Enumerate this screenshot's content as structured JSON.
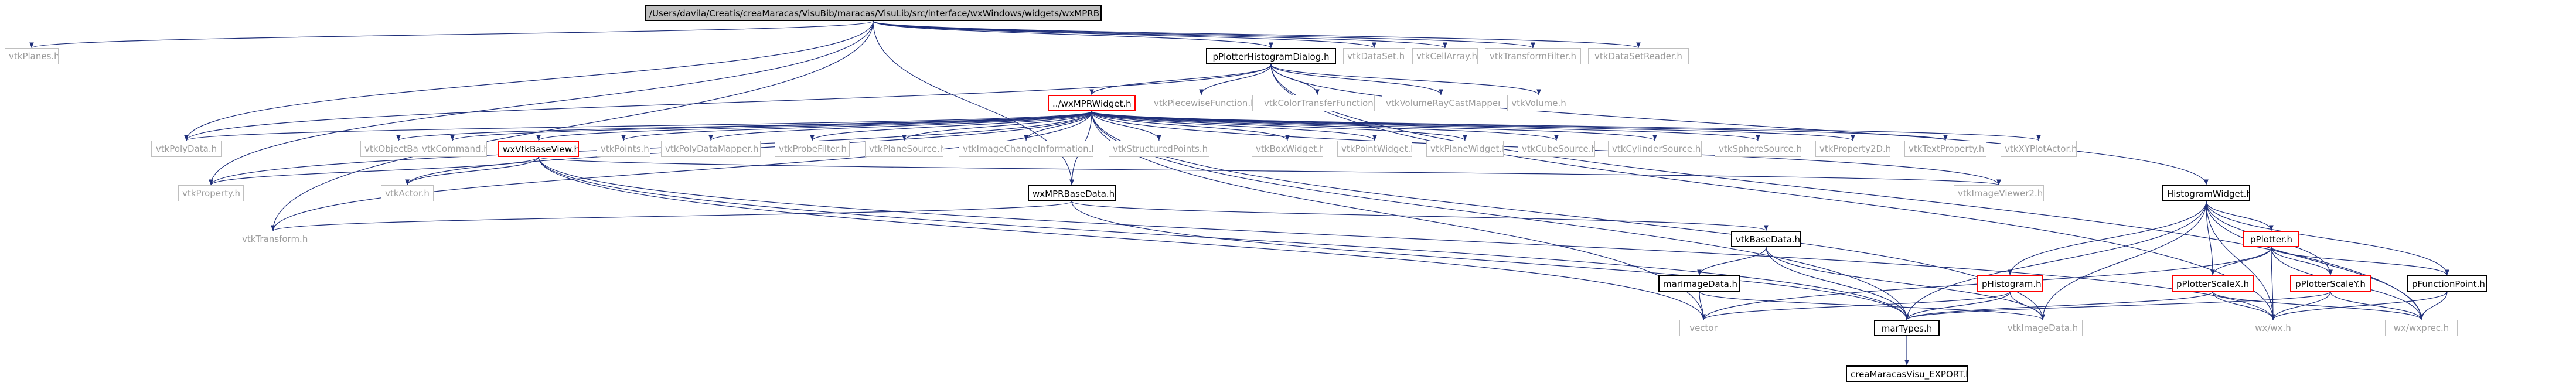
{
  "nodes": [
    {
      "id": "root",
      "label": "/Users/davila/Creatis/creaMaracas/VisuBib/maracas/VisuLib/src/interface/wxWindows/widgets/wxMPRBaseData.cxx",
      "style": "root"
    },
    {
      "id": "vtkPlanes",
      "label": "vtkPlanes.h",
      "style": "ext"
    },
    {
      "id": "pPlotterHistogramDialog",
      "label": "pPlotterHistogramDialog.h",
      "style": "int"
    },
    {
      "id": "vtkDataSet",
      "label": "vtkDataSet.h",
      "style": "ext"
    },
    {
      "id": "vtkCellArray",
      "label": "vtkCellArray.h",
      "style": "ext"
    },
    {
      "id": "vtkTransformFilter",
      "label": "vtkTransformFilter.h",
      "style": "ext"
    },
    {
      "id": "vtkDataSetReader",
      "label": "vtkDataSetReader.h",
      "style": "ext"
    },
    {
      "id": "wxMPRWidget",
      "label": "../wxMPRWidget.h",
      "style": "red"
    },
    {
      "id": "vtkPiecewiseFunction",
      "label": "vtkPiecewiseFunction.h",
      "style": "ext"
    },
    {
      "id": "vtkColorTransferFunction",
      "label": "vtkColorTransferFunction.h",
      "style": "ext"
    },
    {
      "id": "vtkVolumeRayCastMapper",
      "label": "vtkVolumeRayCastMapper.h",
      "style": "ext"
    },
    {
      "id": "vtkVolume",
      "label": "vtkVolume.h",
      "style": "ext"
    },
    {
      "id": "vtkPolyData",
      "label": "vtkPolyData.h",
      "style": "ext"
    },
    {
      "id": "vtkObjectBase",
      "label": "vtkObjectBase.h",
      "style": "ext"
    },
    {
      "id": "vtkCommand",
      "label": "vtkCommand.h",
      "style": "ext"
    },
    {
      "id": "wxVtkBaseView",
      "label": "wxVtkBaseView.h",
      "style": "red"
    },
    {
      "id": "vtkPoints",
      "label": "vtkPoints.h",
      "style": "ext"
    },
    {
      "id": "vtkPolyDataMapper",
      "label": "vtkPolyDataMapper.h",
      "style": "ext"
    },
    {
      "id": "vtkProbeFilter",
      "label": "vtkProbeFilter.h",
      "style": "ext"
    },
    {
      "id": "vtkPlaneSource",
      "label": "vtkPlaneSource.h",
      "style": "ext"
    },
    {
      "id": "vtkImageChangeInformation",
      "label": "vtkImageChangeInformation.h",
      "style": "ext"
    },
    {
      "id": "vtkStructuredPoints",
      "label": "vtkStructuredPoints.h",
      "style": "ext"
    },
    {
      "id": "vtkBoxWidget",
      "label": "vtkBoxWidget.h",
      "style": "ext"
    },
    {
      "id": "vtkPointWidget",
      "label": "vtkPointWidget.h",
      "style": "ext"
    },
    {
      "id": "vtkPlaneWidget",
      "label": "vtkPlaneWidget.h",
      "style": "ext"
    },
    {
      "id": "vtkCubeSource",
      "label": "vtkCubeSource.h",
      "style": "ext"
    },
    {
      "id": "vtkCylinderSource",
      "label": "vtkCylinderSource.h",
      "style": "ext"
    },
    {
      "id": "vtkSphereSource",
      "label": "vtkSphereSource.h",
      "style": "ext"
    },
    {
      "id": "vtkProperty2D",
      "label": "vtkProperty2D.h",
      "style": "ext"
    },
    {
      "id": "vtkTextProperty",
      "label": "vtkTextProperty.h",
      "style": "ext"
    },
    {
      "id": "vtkXYPlotActor",
      "label": "vtkXYPlotActor.h",
      "style": "ext"
    },
    {
      "id": "HistogramWidget",
      "label": "HistogramWidget.h",
      "style": "int"
    },
    {
      "id": "vtkProperty",
      "label": "vtkProperty.h",
      "style": "ext"
    },
    {
      "id": "vtkActor",
      "label": "vtkActor.h",
      "style": "ext"
    },
    {
      "id": "wxMPRBaseData",
      "label": "wxMPRBaseData.h",
      "style": "int"
    },
    {
      "id": "vtkImageViewer2",
      "label": "vtkImageViewer2.h",
      "style": "ext"
    },
    {
      "id": "vtkTransform",
      "label": "vtkTransform.h",
      "style": "ext"
    },
    {
      "id": "vtkBaseData",
      "label": "vtkBaseData.h",
      "style": "int"
    },
    {
      "id": "pPlotter",
      "label": "pPlotter.h",
      "style": "red"
    },
    {
      "id": "marImageData",
      "label": "marImageData.h",
      "style": "int"
    },
    {
      "id": "pHistogram",
      "label": "pHistogram.h",
      "style": "red"
    },
    {
      "id": "pPlotterScaleX",
      "label": "pPlotterScaleX.h",
      "style": "red"
    },
    {
      "id": "pPlotterScaleY",
      "label": "pPlotterScaleY.h",
      "style": "red"
    },
    {
      "id": "pFunctionPoint",
      "label": "pFunctionPoint.h",
      "style": "int"
    },
    {
      "id": "vector",
      "label": "vector",
      "style": "ext"
    },
    {
      "id": "marTypes",
      "label": "marTypes.h",
      "style": "int"
    },
    {
      "id": "vtkImageData",
      "label": "vtkImageData.h",
      "style": "ext"
    },
    {
      "id": "wxwx",
      "label": "wx/wx.h",
      "style": "ext"
    },
    {
      "id": "wxwxprec",
      "label": "wx/wxprec.h",
      "style": "ext"
    },
    {
      "id": "creaMaracasVisuExport",
      "label": "creaMaracasVisu_EXPORT.h",
      "style": "int"
    }
  ],
  "edges": [
    [
      "root",
      "vtkPlanes"
    ],
    [
      "root",
      "pPlotterHistogramDialog"
    ],
    [
      "root",
      "vtkDataSet"
    ],
    [
      "root",
      "vtkCellArray"
    ],
    [
      "root",
      "vtkTransformFilter"
    ],
    [
      "root",
      "vtkDataSetReader"
    ],
    [
      "root",
      "vtkPolyData"
    ],
    [
      "root",
      "wxMPRBaseData"
    ],
    [
      "root",
      "vtkProperty"
    ],
    [
      "root",
      "vtkTransform"
    ],
    [
      "pPlotterHistogramDialog",
      "wxMPRWidget"
    ],
    [
      "pPlotterHistogramDialog",
      "vtkPiecewiseFunction"
    ],
    [
      "pPlotterHistogramDialog",
      "vtkColorTransferFunction"
    ],
    [
      "pPlotterHistogramDialog",
      "vtkVolumeRayCastMapper"
    ],
    [
      "pPlotterHistogramDialog",
      "vtkVolume"
    ],
    [
      "pPlotterHistogramDialog",
      "HistogramWidget"
    ],
    [
      "pPlotterHistogramDialog",
      "vtkPolyData"
    ],
    [
      "pPlotterHistogramDialog",
      "wxwx"
    ],
    [
      "pPlotterHistogramDialog",
      "wxwxprec"
    ],
    [
      "wxMPRWidget",
      "vtkPolyData"
    ],
    [
      "wxMPRWidget",
      "vtkObjectBase"
    ],
    [
      "wxMPRWidget",
      "vtkCommand"
    ],
    [
      "wxMPRWidget",
      "wxVtkBaseView"
    ],
    [
      "wxMPRWidget",
      "vtkPoints"
    ],
    [
      "wxMPRWidget",
      "vtkPolyDataMapper"
    ],
    [
      "wxMPRWidget",
      "vtkProbeFilter"
    ],
    [
      "wxMPRWidget",
      "vtkPlaneSource"
    ],
    [
      "wxMPRWidget",
      "vtkImageChangeInformation"
    ],
    [
      "wxMPRWidget",
      "vtkStructuredPoints"
    ],
    [
      "wxMPRWidget",
      "vtkBoxWidget"
    ],
    [
      "wxMPRWidget",
      "vtkPointWidget"
    ],
    [
      "wxMPRWidget",
      "vtkPlaneWidget"
    ],
    [
      "wxMPRWidget",
      "vtkCubeSource"
    ],
    [
      "wxMPRWidget",
      "vtkCylinderSource"
    ],
    [
      "wxMPRWidget",
      "vtkSphereSource"
    ],
    [
      "wxMPRWidget",
      "vtkProperty2D"
    ],
    [
      "wxMPRWidget",
      "vtkTextProperty"
    ],
    [
      "wxMPRWidget",
      "vtkXYPlotActor"
    ],
    [
      "wxMPRWidget",
      "vtkProperty"
    ],
    [
      "wxMPRWidget",
      "vtkActor"
    ],
    [
      "wxMPRWidget",
      "wxMPRBaseData"
    ],
    [
      "wxMPRWidget",
      "vtkImageViewer2"
    ],
    [
      "wxMPRWidget",
      "vtkTransform"
    ],
    [
      "wxMPRWidget",
      "vector"
    ],
    [
      "wxMPRWidget",
      "marTypes"
    ],
    [
      "wxMPRWidget",
      "vtkImageData"
    ],
    [
      "wxVtkBaseView",
      "vtkProperty"
    ],
    [
      "wxVtkBaseView",
      "vtkActor"
    ],
    [
      "wxVtkBaseView",
      "vtkImageViewer2"
    ],
    [
      "wxVtkBaseView",
      "marTypes"
    ],
    [
      "wxVtkBaseView",
      "wxwx"
    ],
    [
      "wxVtkBaseView",
      "vector"
    ],
    [
      "wxMPRBaseData",
      "vtkTransform"
    ],
    [
      "wxMPRBaseData",
      "vtkBaseData"
    ],
    [
      "wxMPRBaseData",
      "marTypes"
    ],
    [
      "vtkBaseData",
      "marImageData"
    ],
    [
      "vtkBaseData",
      "marTypes"
    ],
    [
      "vtkBaseData",
      "vtkImageData"
    ],
    [
      "marImageData",
      "vector"
    ],
    [
      "marImageData",
      "vtkImageData"
    ],
    [
      "HistogramWidget",
      "pPlotter"
    ],
    [
      "HistogramWidget",
      "pHistogram"
    ],
    [
      "HistogramWidget",
      "pPlotterScaleX"
    ],
    [
      "HistogramWidget",
      "pPlotterScaleY"
    ],
    [
      "HistogramWidget",
      "pFunctionPoint"
    ],
    [
      "HistogramWidget",
      "marTypes"
    ],
    [
      "HistogramWidget",
      "vtkImageData"
    ],
    [
      "HistogramWidget",
      "wxwx"
    ],
    [
      "HistogramWidget",
      "wxwxprec"
    ],
    [
      "pPlotter",
      "pPlotterScaleX"
    ],
    [
      "pPlotter",
      "pPlotterScaleY"
    ],
    [
      "pPlotter",
      "pFunctionPoint"
    ],
    [
      "pPlotter",
      "wxwx"
    ],
    [
      "pPlotter",
      "wxwxprec"
    ],
    [
      "pPlotter",
      "vector"
    ],
    [
      "pHistogram",
      "marTypes"
    ],
    [
      "pHistogram",
      "vtkImageData"
    ],
    [
      "pHistogram",
      "vector"
    ],
    [
      "pPlotterScaleX",
      "marTypes"
    ],
    [
      "pPlotterScaleX",
      "wxwx"
    ],
    [
      "pPlotterScaleX",
      "wxwxprec"
    ],
    [
      "pPlotterScaleY",
      "marTypes"
    ],
    [
      "pPlotterScaleY",
      "wxwx"
    ],
    [
      "pPlotterScaleY",
      "wxwxprec"
    ],
    [
      "pFunctionPoint",
      "wxwx"
    ],
    [
      "pFunctionPoint",
      "wxwxprec"
    ],
    [
      "marTypes",
      "creaMaracasVisuExport"
    ]
  ]
}
